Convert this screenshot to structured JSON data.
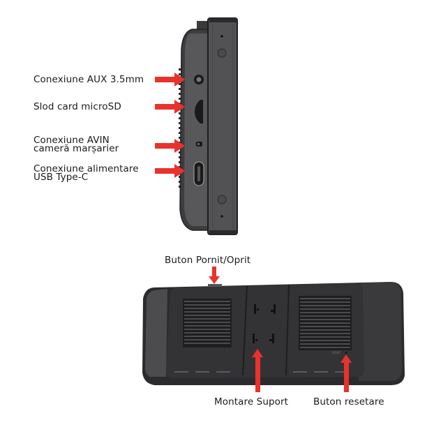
{
  "side_view": {
    "title": "Side view of device ports",
    "labels": [
      {
        "id": "aux",
        "lines": [
          "Conexiune AUX 3.5mm"
        ]
      },
      {
        "id": "microsd",
        "lines": [
          "Slod card microSD"
        ]
      },
      {
        "id": "avin",
        "lines": [
          "Conexiune AVIN",
          "cameră marșarier"
        ]
      },
      {
        "id": "usbc",
        "lines": [
          "Conexiune alimentare",
          "USB Type-C"
        ]
      }
    ]
  },
  "back_view": {
    "title": "Back view of device",
    "labels": {
      "power": "Buton Pornit/Oprit",
      "mount": "Montare Suport",
      "reset": "Buton resetare"
    },
    "reset_print": "RESET"
  },
  "colors": {
    "arrow": "#e8322b",
    "device_dark": "#2b2b2d",
    "device_mid": "#4a4a4c",
    "text": "#1a1a1a"
  }
}
